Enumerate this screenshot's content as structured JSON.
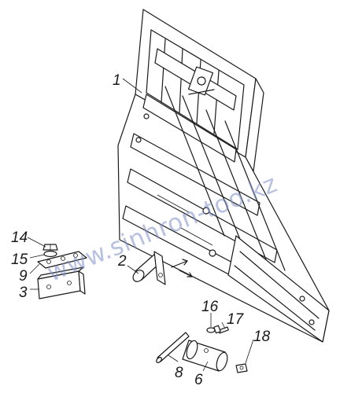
{
  "callouts": [
    {
      "id": "1",
      "text": "1"
    },
    {
      "id": "2",
      "text": "2"
    },
    {
      "id": "3",
      "text": "3"
    },
    {
      "id": "6",
      "text": "6"
    },
    {
      "id": "8",
      "text": "8"
    },
    {
      "id": "9",
      "text": "9"
    },
    {
      "id": "14",
      "text": "14"
    },
    {
      "id": "15",
      "text": "15"
    },
    {
      "id": "16",
      "text": "16"
    },
    {
      "id": "17",
      "text": "17"
    },
    {
      "id": "18",
      "text": "18"
    }
  ],
  "watermark": "www.sinhron-too.kz",
  "colors": {
    "ink": "#1a1a1a",
    "watermark": "#7f8fc8"
  }
}
